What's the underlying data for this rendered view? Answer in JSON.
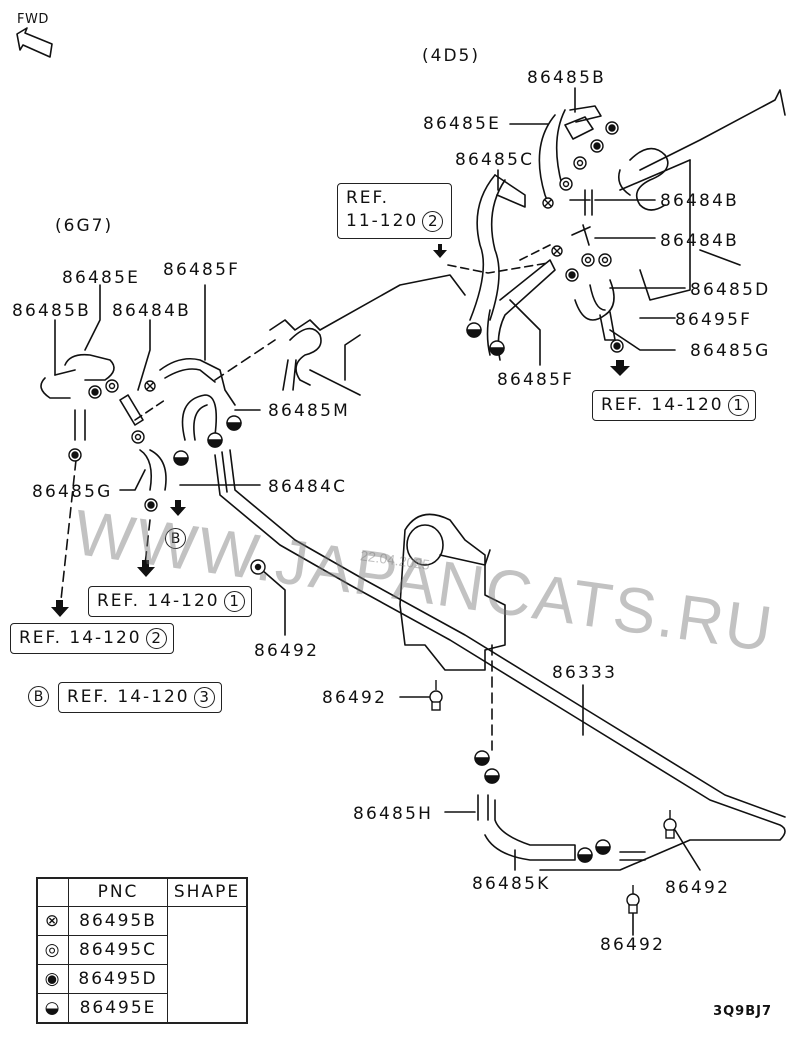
{
  "orientation": {
    "label": "FWD",
    "icon": "forward-arrow-icon"
  },
  "engine_variants": [
    {
      "id": "4D5",
      "label": "(4D5)"
    },
    {
      "id": "6G7",
      "label": "(6G7)"
    }
  ],
  "part_labels_4d5": [
    "86485B",
    "86485E",
    "86485C",
    "86484B",
    "86484B",
    "86485D",
    "86495F",
    "86485G",
    "86485F"
  ],
  "part_labels_6g7": [
    "86485E",
    "86485F",
    "86485B",
    "86484B",
    "86485M",
    "86484C",
    "86485G"
  ],
  "part_labels_lower": [
    "86492",
    "86492",
    "86333",
    "86485H",
    "86485K",
    "86492",
    "86492"
  ],
  "references": [
    {
      "text": "REF.",
      "text2": "11-120",
      "circle": "2"
    },
    {
      "text": "REF. 14-120",
      "circle": "1"
    },
    {
      "text": "REF. 14-120",
      "circle": "1"
    },
    {
      "text": "REF. 14-120",
      "circle": "2"
    },
    {
      "text": "REF. 14-120",
      "circle": "3",
      "prefix": "B"
    }
  ],
  "connector_marker": "B",
  "legend": {
    "headers": [
      "",
      "PNC",
      "SHAPE"
    ],
    "rows": [
      {
        "symbol": "crossed-circle-icon",
        "glyph": "⊗",
        "pnc": "86495B"
      },
      {
        "symbol": "double-circle-icon",
        "glyph": "◎",
        "pnc": "86495C"
      },
      {
        "symbol": "filled-dot-circle-icon",
        "glyph": "◉",
        "pnc": "86495D"
      },
      {
        "symbol": "half-filled-circle-icon",
        "glyph": "◒",
        "pnc": "86495E"
      }
    ],
    "shape_icon": "hose-clamp-icon"
  },
  "watermark": {
    "text": "WWW.JAPANCATS.RU",
    "date": "22.04.2025"
  },
  "diagram_code": "3Q9BJ7"
}
